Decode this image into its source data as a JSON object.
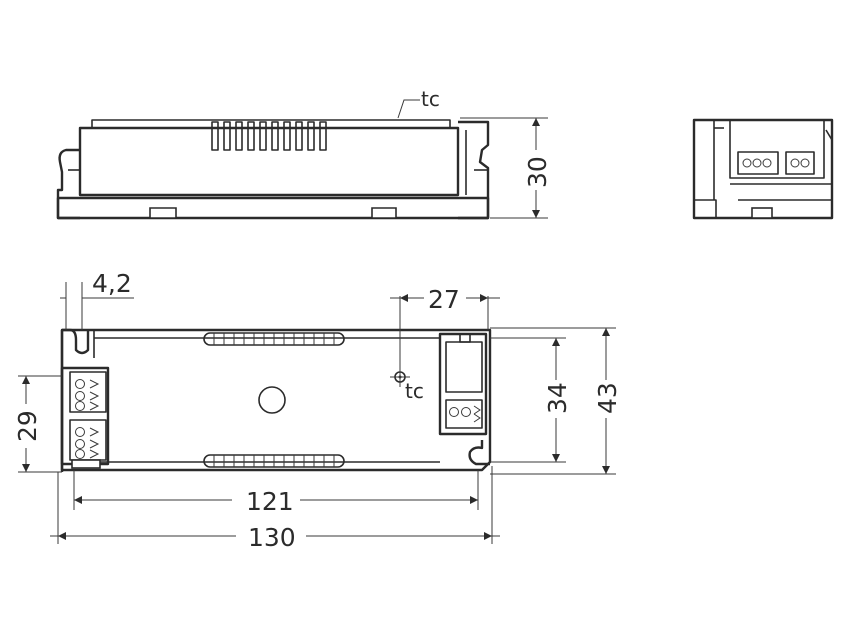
{
  "dimensions": {
    "height": "30",
    "hole_offset": "4,2",
    "right_offset": "27",
    "width_inner": "121",
    "width_total": "130",
    "depth_small": "29",
    "depth_mid": "34",
    "depth_total": "43"
  },
  "labels": {
    "tc_top": "tc",
    "tc_plan": "tc"
  },
  "colors": {
    "line": "#2b2b2b",
    "background": "#ffffff"
  }
}
